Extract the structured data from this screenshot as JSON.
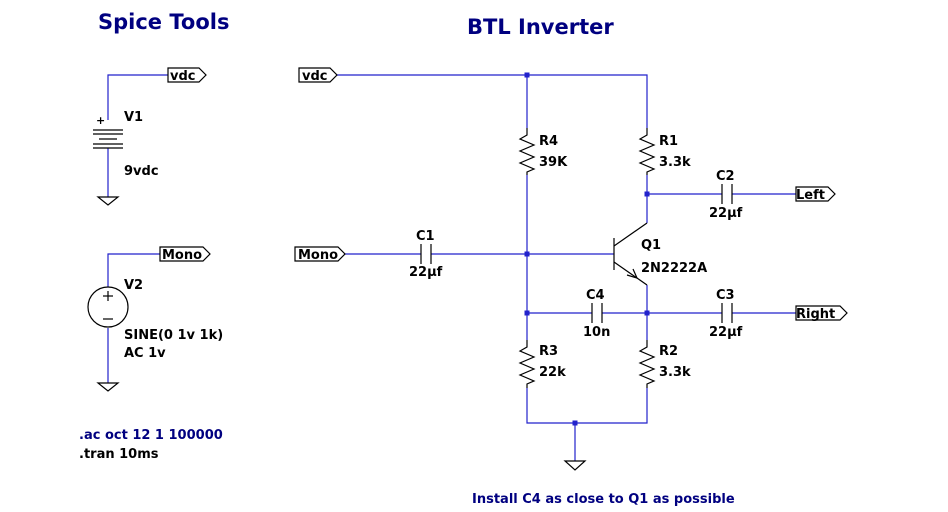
{
  "titles": {
    "left": "Spice Tools",
    "right": "BTL Inverter"
  },
  "net_labels": {
    "vdc": "vdc",
    "mono": "Mono",
    "left": "Left",
    "right": "Right"
  },
  "components": {
    "V1": {
      "name": "V1",
      "value": "9vdc",
      "plus": "+"
    },
    "V2": {
      "name": "V2",
      "value_line1": "SINE(0 1v 1k)",
      "value_line2": "AC 1v"
    },
    "R1": {
      "name": "R1",
      "value": "3.3k"
    },
    "R2": {
      "name": "R2",
      "value": "3.3k"
    },
    "R3": {
      "name": "R3",
      "value": "22k"
    },
    "R4": {
      "name": "R4",
      "value": "39K"
    },
    "C1": {
      "name": "C1",
      "value": "22µf"
    },
    "C2": {
      "name": "C2",
      "value": "22µf"
    },
    "C3": {
      "name": "C3",
      "value": "22µf"
    },
    "C4": {
      "name": "C4",
      "value": "10n"
    },
    "Q1": {
      "name": "Q1",
      "value": "2N2222A"
    }
  },
  "directives": {
    "ac": ".ac oct 12 1 100000",
    "tran": ".tran 10ms"
  },
  "note": "Install C4 as close to Q1 as possible",
  "colors": {
    "wire": "#2222cc",
    "directive": "#000080",
    "component": "#000000"
  }
}
